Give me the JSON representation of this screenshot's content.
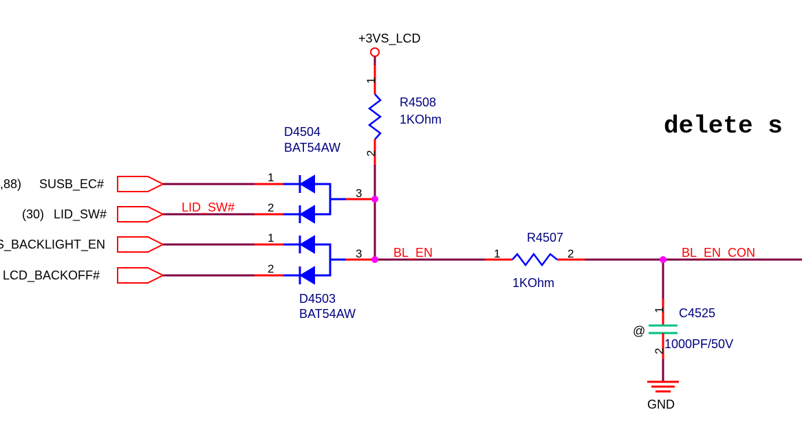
{
  "power": {
    "label": "+3VS_LCD"
  },
  "ground": {
    "label": "GND"
  },
  "note": {
    "text": "delete s"
  },
  "ports": [
    {
      "prefix": ",88)",
      "name": "SUSB_EC#"
    },
    {
      "prefix": "(30)",
      "name": "LID_SW#"
    },
    {
      "prefix": "",
      "name": "S_BACKLIGHT_EN"
    },
    {
      "prefix": "",
      "name": "LCD_BACKOFF#"
    }
  ],
  "nets": {
    "lid_sw": "LID_SW#",
    "bl_en": "BL_EN",
    "bl_en_con": "BL_EN_CON"
  },
  "components": {
    "r4508": {
      "ref": "R4508",
      "value": "1KOhm",
      "pin1": "1",
      "pin2": "2"
    },
    "r4507": {
      "ref": "R4507",
      "value": "1KOhm",
      "pin1": "1",
      "pin2": "2"
    },
    "d4504": {
      "ref": "D4504",
      "value": "BAT54AW",
      "pinA": "1",
      "pinB": "2",
      "pinK": "3"
    },
    "d4503": {
      "ref": "D4503",
      "value": "BAT54AW",
      "pinA": "1",
      "pinB": "2",
      "pinK": "3"
    },
    "c4525": {
      "ref": "C4525",
      "value": "1000PF/50V",
      "pin1": "1",
      "pin2": "2",
      "marker": "@"
    }
  },
  "colors": {
    "wire": "#800040",
    "pin": "#ff0000",
    "component": "#0000ff",
    "label": "#000080",
    "junction": "#ff00ff",
    "capacitor": "#00c080"
  }
}
